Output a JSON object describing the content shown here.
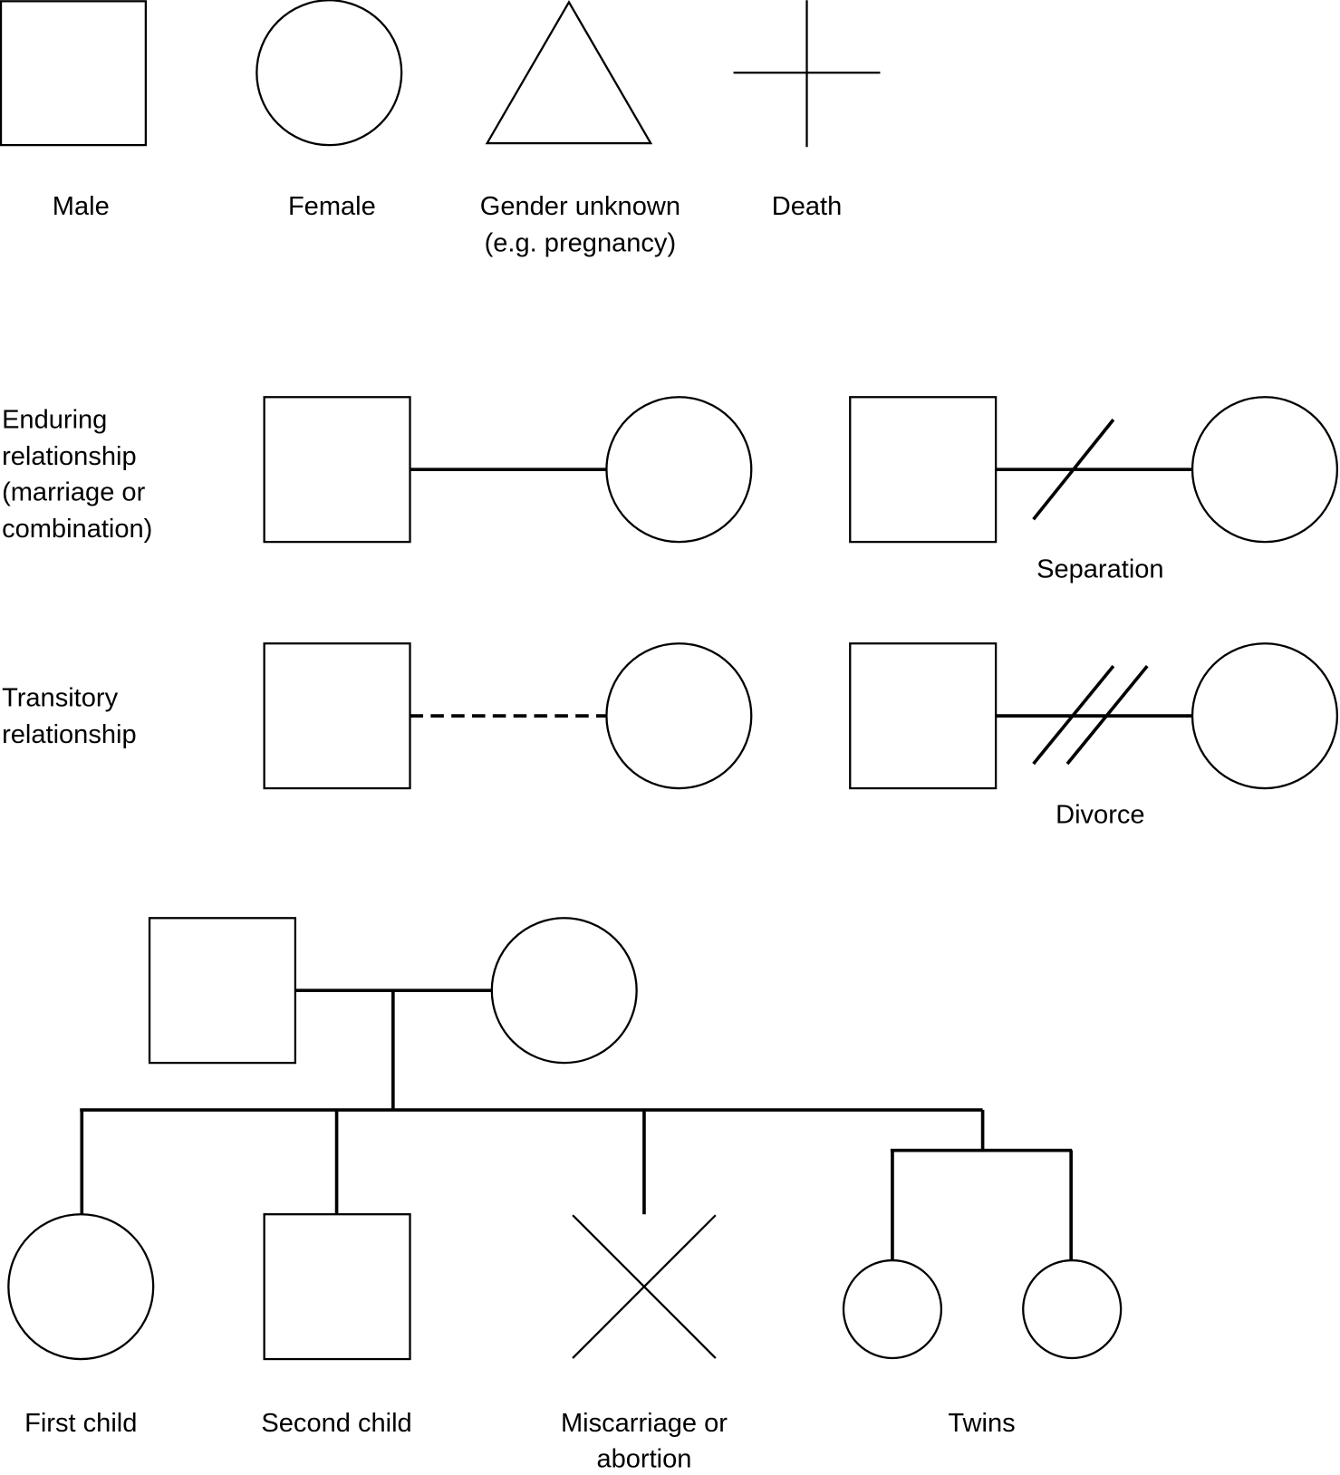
{
  "symbols": {
    "male": "Male",
    "female": "Female",
    "gender_unknown_1": "Gender unknown",
    "gender_unknown_2": "(e.g. pregnancy)",
    "death": "Death"
  },
  "relationships": {
    "enduring": [
      "Enduring",
      "relationship",
      "(marriage or",
      "combination)"
    ],
    "transitory": [
      "Transitory",
      "relationship"
    ],
    "separation": "Separation",
    "divorce": "Divorce"
  },
  "children": {
    "first": "First child",
    "second": "Second child",
    "miscarriage_1": "Miscarriage or",
    "miscarriage_2": "abortion",
    "twins": "Twins"
  }
}
